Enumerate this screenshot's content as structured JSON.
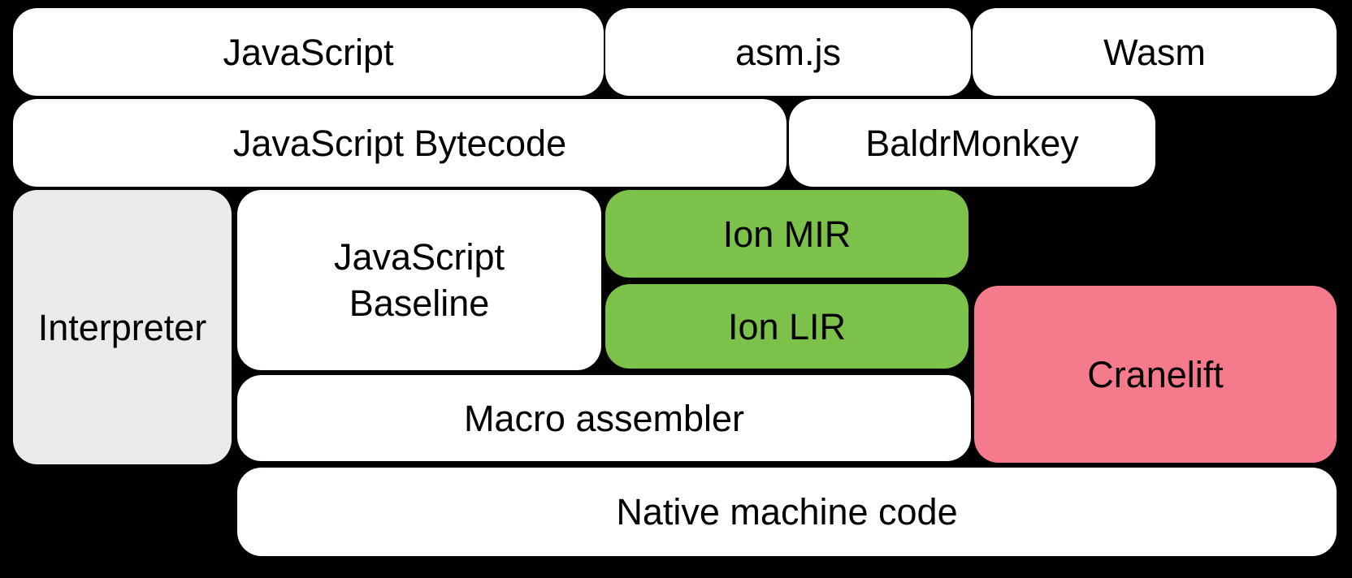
{
  "diagram": {
    "description": "Block diagram of script sources, intermediate representations and compiler tiers",
    "colors": {
      "background": "#000000",
      "text": "#000000",
      "white": "#ffffff",
      "gray": "#eaeaea",
      "green": "#7cc24a",
      "pink": "#f57a8b"
    },
    "boxes": {
      "javascript": {
        "label": "JavaScript",
        "fill": "white"
      },
      "asmjs": {
        "label": "asm.js",
        "fill": "white"
      },
      "wasm": {
        "label": "Wasm",
        "fill": "white"
      },
      "bytecode": {
        "label": "JavaScript Bytecode",
        "fill": "white"
      },
      "baldrmonkey": {
        "label": "BaldrMonkey",
        "fill": "white"
      },
      "interpreter": {
        "label": "Interpreter",
        "fill": "gray"
      },
      "baseline": {
        "label": "JavaScript Baseline",
        "fill": "white"
      },
      "ionmir": {
        "label": "Ion MIR",
        "fill": "green"
      },
      "ionlir": {
        "label": "Ion LIR",
        "fill": "green"
      },
      "cranelift": {
        "label": "Cranelift",
        "fill": "pink"
      },
      "macro": {
        "label": "Macro assembler",
        "fill": "white"
      },
      "native": {
        "label": "Native machine code",
        "fill": "white"
      }
    }
  }
}
